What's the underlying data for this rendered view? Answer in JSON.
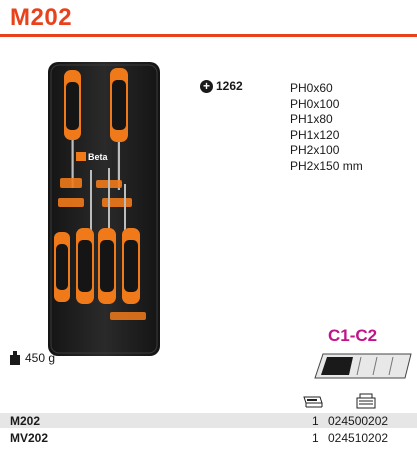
{
  "header": {
    "title": "M202",
    "accent_color": "#e8421c"
  },
  "set": {
    "code": "1262",
    "code_icon": "plus-circle-icon",
    "sizes": [
      "PH0x60",
      "PH0x100",
      "PH1x80",
      "PH1x120",
      "PH2x100",
      "PH2x150 mm"
    ],
    "brand_mark": "Beta"
  },
  "weight": {
    "icon": "weight-icon",
    "value": "450 g"
  },
  "tray": {
    "type": "C1-C2",
    "type_color": "#c0148a"
  },
  "codes": [
    {
      "name": "M202",
      "qty": "1",
      "number": "024500202"
    },
    {
      "name": "MV202",
      "qty": "1",
      "number": "024510202"
    }
  ]
}
